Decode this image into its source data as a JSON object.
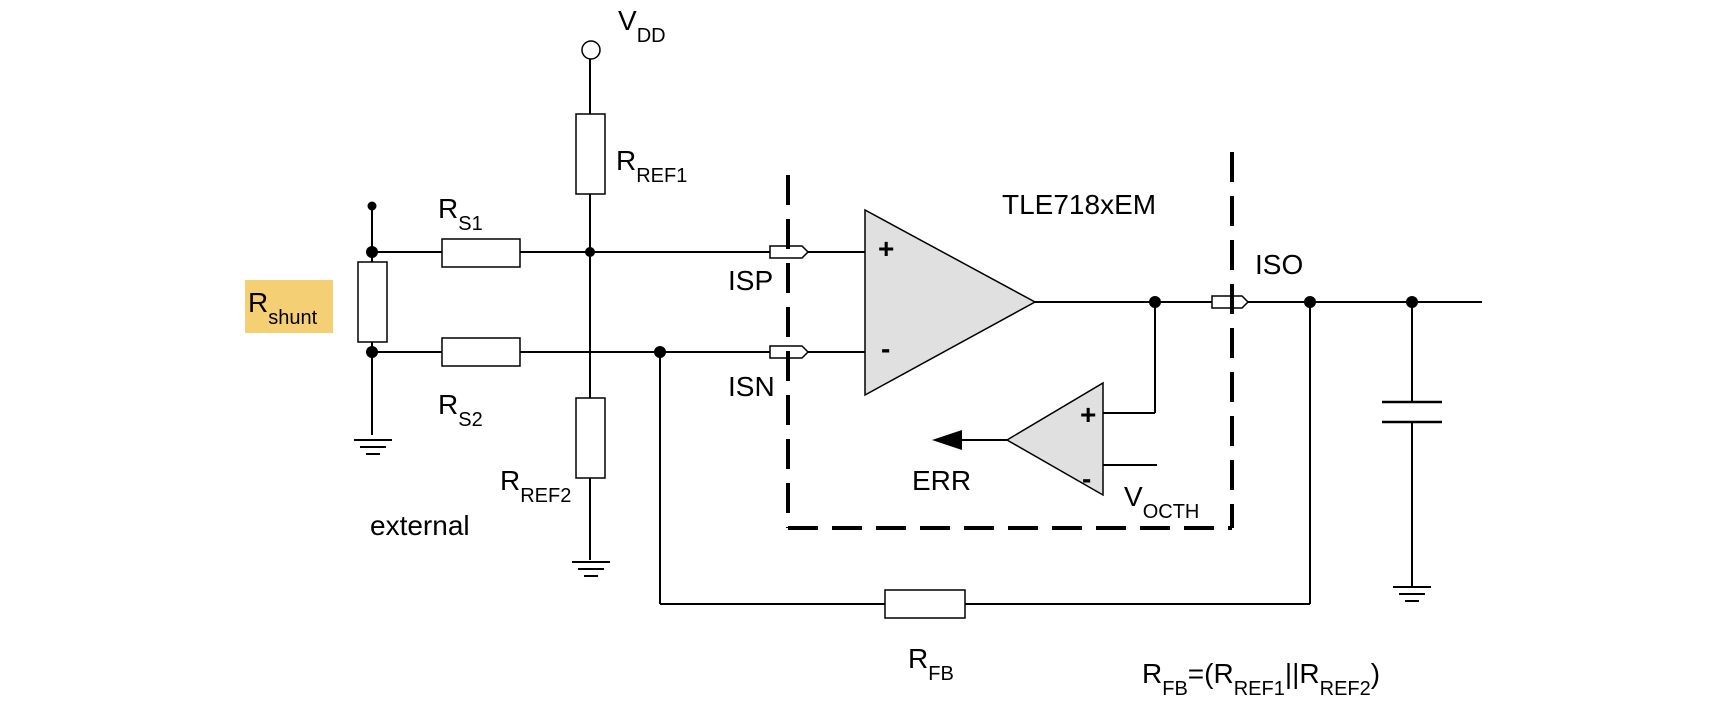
{
  "diagram": {
    "ic_label": "TLE718xEM",
    "pins": {
      "isp": "ISP",
      "isn": "ISN",
      "iso": "ISO"
    },
    "supply": {
      "main": "V",
      "sub": "DD"
    },
    "resistors": {
      "rs1": {
        "main": "R",
        "sub": "S1"
      },
      "rs2": {
        "main": "R",
        "sub": "S2"
      },
      "rref1": {
        "main": "R",
        "sub": "REF1"
      },
      "rref2": {
        "main": "R",
        "sub": "REF2"
      },
      "rfb": {
        "main": "R",
        "sub": "FB"
      },
      "rshunt": {
        "main": "R",
        "sub": "shunt"
      }
    },
    "opamp_main": {
      "plus": "+",
      "minus": "-"
    },
    "comparator": {
      "plus": "+",
      "minus": "-"
    },
    "err_label": "ERR",
    "vocth": {
      "main": "V",
      "sub": "OCTH"
    },
    "external_label": "external",
    "formula": {
      "lhs_main": "R",
      "lhs_sub": "FB",
      "eq_open": "=(",
      "a_main": "R",
      "a_sub": "REF1",
      "parallel": "||",
      "b_main": "R",
      "b_sub": "REF2",
      "close": ")"
    },
    "highlight_color": "#f5cf73"
  }
}
